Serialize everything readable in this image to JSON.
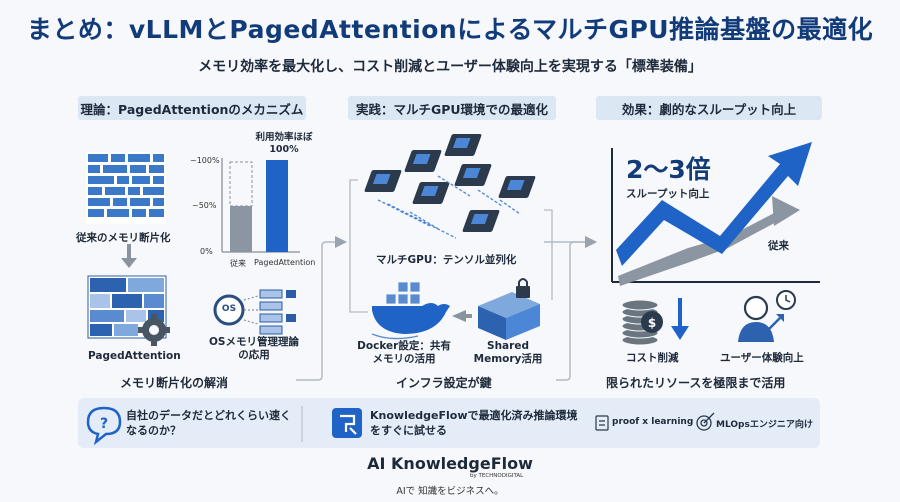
{
  "title": "まとめ：vLLMとPagedAttentionによるマルチGPU推論基盤の最適化",
  "subtitle": "メモリ効率を最大化し、コスト削減とユーザー体験向上を実現する「標準装備」",
  "sections": {
    "theory": {
      "header": "理論：PagedAttentionのメカニズム",
      "fragmented_label": "従来のメモリ断片化",
      "paged_label": "PagedAttention",
      "utilization_label": "利用効率ほぼ100%",
      "ticks": [
        "~100%",
        "~50%",
        "0%"
      ],
      "bar_labels": [
        "従来",
        "PagedAttention"
      ],
      "os_label": "OS",
      "os_caption": "OSメモリ管理理論の応用",
      "footer": "メモリ断片化の解消"
    },
    "practice": {
      "header": "実践：マルチGPU環境での最適化",
      "gpu_caption": "マルチGPU：テンソル並列化",
      "docker_caption": "Docker設定：共有メモリの活用",
      "shared_caption": "Shared Memory活用",
      "footer": "インフラ設定が鍵"
    },
    "effect": {
      "header": "効果：劇的なスループット向上",
      "big_number": "2〜3倍",
      "throughput_label": "スループット向上",
      "baseline_label": "従来",
      "cost_label": "コスト削減",
      "ux_label": "ユーザー体験向上",
      "footer": "限られたリソースを極限まで活用"
    }
  },
  "footer": {
    "question": "自社のデータだとどれくらい速くなるのか？",
    "cta": "KnowledgeFlowで最適化済み推論環境をすぐに試せる",
    "tag1": "proof x learning",
    "tag2": "MLOpsエンジニア向け"
  },
  "brand": {
    "logo": "AI KnowledgeFlow",
    "by": "by TECHNODIGITAL",
    "tagline": "AIで 知識をビジネスへ。"
  },
  "chart_data": {
    "type": "bar",
    "categories": [
      "従来",
      "PagedAttention"
    ],
    "values": [
      50,
      100
    ],
    "ylim": [
      0,
      100
    ]
  },
  "colors": {
    "title": "#123b7a",
    "accent": "#1e63c4",
    "gray": "#7a8694",
    "header_bg": "#dce7f4"
  }
}
